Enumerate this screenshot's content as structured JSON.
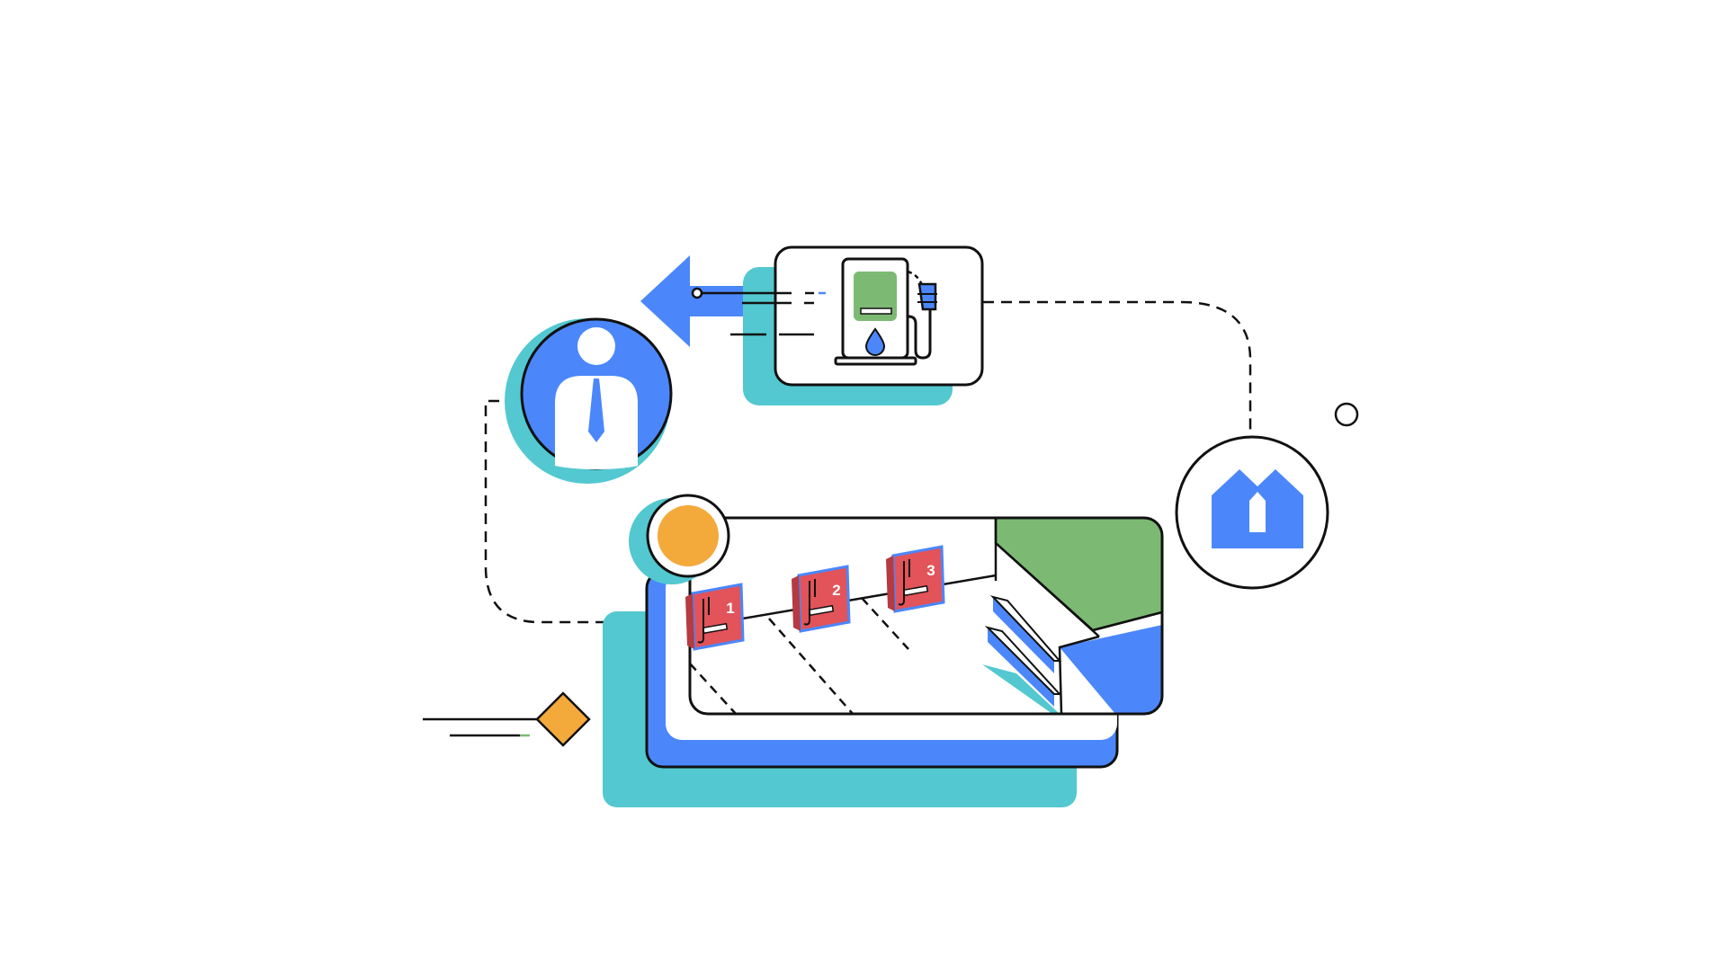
{
  "colors": {
    "background": "#ffffff",
    "blue": "#4b87fa",
    "teal": "#53c8d0",
    "green": "#7cba74",
    "orange": "#f4a93b",
    "red": "#e2535a",
    "outline": "#111111"
  },
  "pumps": [
    {
      "number": "1"
    },
    {
      "number": "2"
    },
    {
      "number": "3"
    }
  ],
  "icons": [
    "person-icon",
    "fuel-pump-icon",
    "home-icon",
    "coin-icon",
    "arrow-left-icon",
    "diamond-icon"
  ]
}
